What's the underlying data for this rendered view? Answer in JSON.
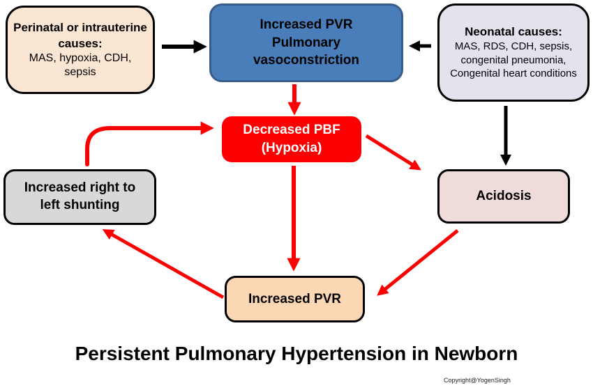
{
  "title": "Persistent Pulmonary Hypertension in Newborn",
  "copyright": "Copyright@YogenSingh",
  "nodes": {
    "perinatal": {
      "heading": "Perinatal or intrauterine causes:",
      "detail": "MAS, hypoxia, CDH, sepsis"
    },
    "pulmonary_vasoconstriction": {
      "lines": [
        "Increased PVR",
        "Pulmonary",
        "vasoconstriction"
      ]
    },
    "neonatal": {
      "heading": "Neonatal causes:",
      "detail": "MAS, RDS, CDH, sepsis, congenital pneumonia, Congenital heart conditions"
    },
    "decreased_pbf": {
      "lines": [
        "Decreased PBF",
        "(Hypoxia)"
      ]
    },
    "shunting": {
      "label": "Increased right to left shunting"
    },
    "acidosis": {
      "label": "Acidosis"
    },
    "increased_pvr": {
      "label": "Increased PVR"
    }
  },
  "arrows": [
    {
      "name": "perinatal-to-vasoconstriction",
      "color": "#000000"
    },
    {
      "name": "neonatal-to-vasoconstriction",
      "color": "#000000"
    },
    {
      "name": "neonatal-to-acidosis",
      "color": "#000000"
    },
    {
      "name": "vasoconstriction-to-decreased-pbf",
      "color": "#fb0000"
    },
    {
      "name": "shunting-to-decreased-pbf",
      "color": "#fb0000"
    },
    {
      "name": "decreased-pbf-to-acidosis",
      "color": "#fb0000"
    },
    {
      "name": "decreased-pbf-to-increased-pvr",
      "color": "#fb0000"
    },
    {
      "name": "acidosis-to-increased-pvr",
      "color": "#fb0000"
    },
    {
      "name": "increased-pvr-to-shunting",
      "color": "#fb0000"
    }
  ],
  "colors": {
    "arrow_red": "#fb0000",
    "arrow_black": "#000000",
    "box_blue_fill": "#4a7ebb",
    "box_blue_border": "#385d8a",
    "box_red_fill": "#fb0000",
    "box_peach_fill": "#fbe5d3",
    "box_lavender_fill": "#e5e1ed",
    "box_gray_fill": "#d8d8d8",
    "box_pink_fill": "#efdcda",
    "box_orange_fill": "#fbd8b3"
  }
}
